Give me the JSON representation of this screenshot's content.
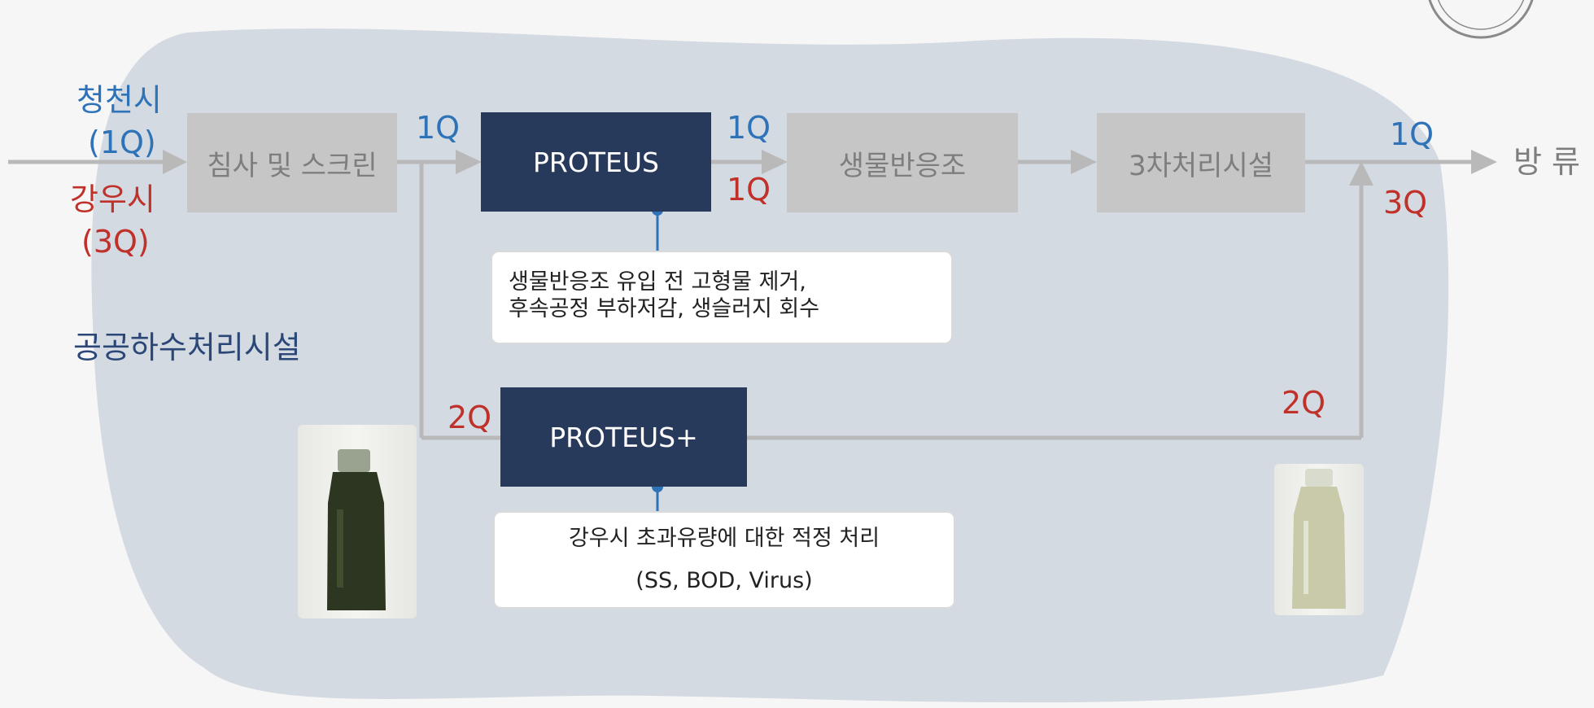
{
  "left_labels": {
    "dry_weather": "청천시",
    "dry_flow": "(1Q)",
    "wet_weather": "강우시",
    "wet_flow": "(3Q)"
  },
  "facility_title": "공공하수처리시설",
  "boxes": {
    "screen": "침사 및 스크린",
    "proteus": "PROTEUS",
    "bioreactor": "생물반응조",
    "tertiary": "3차처리시설",
    "proteus_plus": "PROTEUS+"
  },
  "flow_labels": {
    "after_screen": "1Q",
    "after_proteus_dry": "1Q",
    "after_proteus_wet": "1Q",
    "final_dry": "1Q",
    "final_wet": "3Q",
    "bypass_in": "2Q",
    "bypass_out": "2Q"
  },
  "discharge": "방 류",
  "notes": {
    "proteus_line1": "생물반응조 유입 전 고형물 제거,",
    "proteus_line2": "후속공정 부하저감, 생슬러지 회수",
    "proteus_plus_line1": "강우시 초과유량에 대한 적정 처리",
    "proteus_plus_line2": "(SS, BOD, Virus)"
  },
  "colors": {
    "navy": "#273a5b",
    "blue": "#2e72b8",
    "red": "#c0312a",
    "gray_box": "#c6c6c6",
    "arrow": "#b9b9b9"
  }
}
